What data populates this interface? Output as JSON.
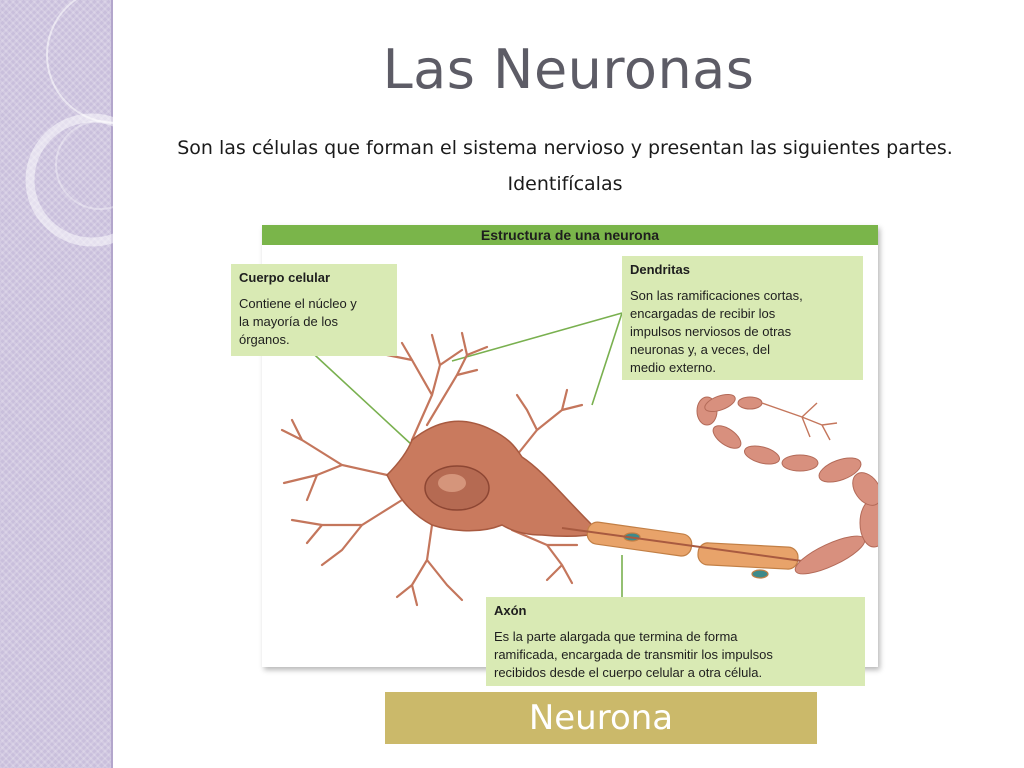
{
  "slide": {
    "title": "Las Neuronas",
    "subtitle_line1": "Son las células que forman el sistema nervioso y presentan las siguientes partes.",
    "subtitle_line2": "Identifícalas",
    "caption": "Neurona"
  },
  "figure": {
    "header": "Estructura de una neurona",
    "labels": {
      "cuerpo": {
        "title": "Cuerpo celular",
        "lines": [
          "Contiene el núcleo y",
          "la mayoría de los",
          "órganos."
        ]
      },
      "dendritas": {
        "title": "Dendritas",
        "lines": [
          "Son las ramificaciones cortas,",
          "encargadas de recibir los",
          "impulsos nerviosos de otras",
          "neuronas y, a veces, del",
          "medio externo."
        ]
      },
      "axon": {
        "title": "Axón",
        "lines": [
          "Es la parte alargada que termina de forma",
          "ramificada, encargada de transmitir los impulsos",
          "recibidos desde el cuerpo celular a otra célula."
        ]
      }
    }
  },
  "colors": {
    "side_band": "#c9bfdc",
    "figure_header": "#7ab54a",
    "label_box": "#d9eab4",
    "caption_bar": "#cbb96a",
    "neuron_body": "#c97a5e",
    "myelin": "#e8a36a",
    "axon_segment": "#d8907e"
  }
}
